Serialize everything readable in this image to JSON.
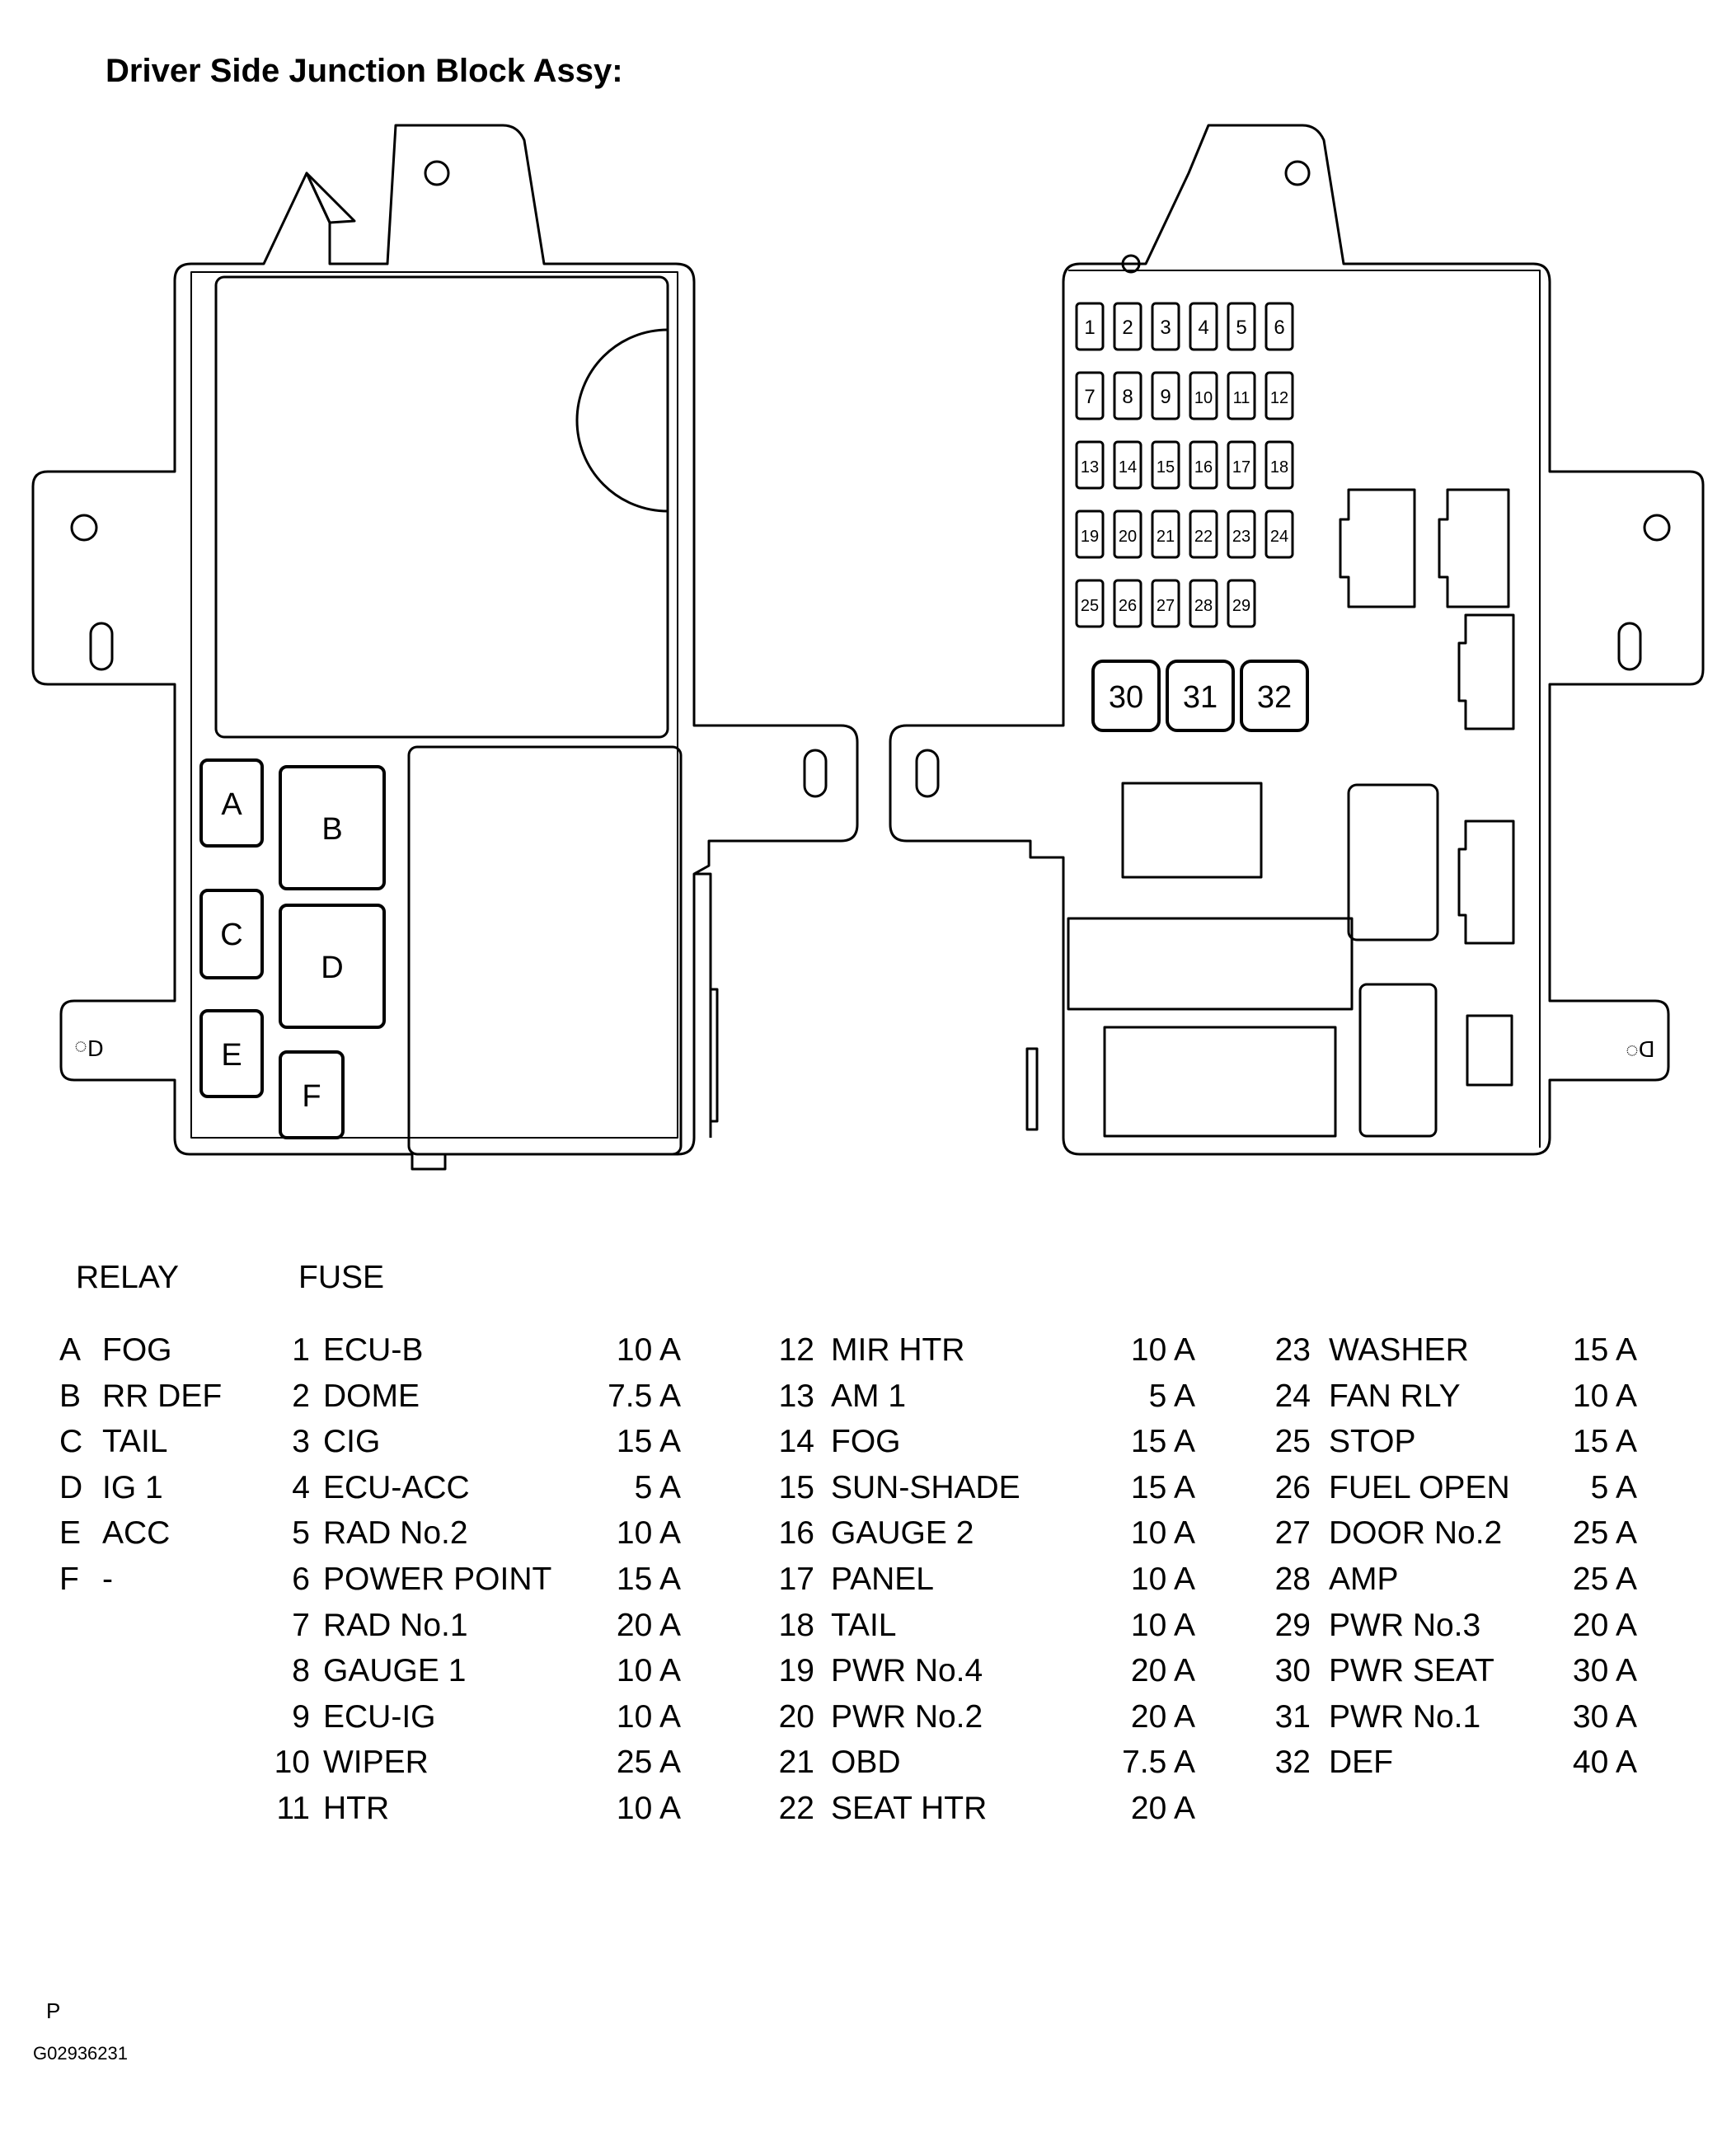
{
  "title": "Driver Side Junction Block Assy:",
  "left_block": {
    "relays": [
      "A",
      "B",
      "C",
      "D",
      "E",
      "F"
    ],
    "mark": "ᗡ◌"
  },
  "right_block": {
    "fuses_small": [
      "1",
      "2",
      "3",
      "4",
      "5",
      "6",
      "7",
      "8",
      "9",
      "10",
      "11",
      "12",
      "13",
      "14",
      "15",
      "16",
      "17",
      "18",
      "19",
      "20",
      "21",
      "22",
      "23",
      "24",
      "25",
      "26",
      "27",
      "28",
      "29"
    ],
    "fuses_large": [
      "30",
      "31",
      "32"
    ],
    "mark": "◌ᗡ"
  },
  "legend": {
    "relay_header": "RELAY",
    "fuse_header": "FUSE",
    "relays": [
      {
        "id": "A",
        "name": "FOG"
      },
      {
        "id": "B",
        "name": "RR DEF"
      },
      {
        "id": "C",
        "name": "TAIL"
      },
      {
        "id": "D",
        "name": "IG 1"
      },
      {
        "id": "E",
        "name": "ACC"
      },
      {
        "id": "F",
        "name": "-"
      }
    ],
    "fuse_columns": [
      [
        {
          "no": "1",
          "name": "ECU-B",
          "amp": "10 A"
        },
        {
          "no": "2",
          "name": "DOME",
          "amp": "7.5 A"
        },
        {
          "no": "3",
          "name": "CIG",
          "amp": "15 A"
        },
        {
          "no": "4",
          "name": "ECU-ACC",
          "amp": "5 A"
        },
        {
          "no": "5",
          "name": "RAD No.2",
          "amp": "10 A"
        },
        {
          "no": "6",
          "name": "POWER POINT",
          "amp": "15 A"
        },
        {
          "no": "7",
          "name": "RAD No.1",
          "amp": "20 A"
        },
        {
          "no": "8",
          "name": "GAUGE 1",
          "amp": "10 A"
        },
        {
          "no": "9",
          "name": "ECU-IG",
          "amp": "10 A"
        },
        {
          "no": "10",
          "name": "WIPER",
          "amp": "25 A"
        },
        {
          "no": "11",
          "name": "HTR",
          "amp": "10 A"
        }
      ],
      [
        {
          "no": "12",
          "name": "MIR HTR",
          "amp": "10 A"
        },
        {
          "no": "13",
          "name": "AM 1",
          "amp": "5 A"
        },
        {
          "no": "14",
          "name": "FOG",
          "amp": "15 A"
        },
        {
          "no": "15",
          "name": "SUN-SHADE",
          "amp": "15 A"
        },
        {
          "no": "16",
          "name": "GAUGE 2",
          "amp": "10 A"
        },
        {
          "no": "17",
          "name": "PANEL",
          "amp": "10 A"
        },
        {
          "no": "18",
          "name": "TAIL",
          "amp": "10 A"
        },
        {
          "no": "19",
          "name": "PWR No.4",
          "amp": "20 A"
        },
        {
          "no": "20",
          "name": "PWR No.2",
          "amp": "20 A"
        },
        {
          "no": "21",
          "name": "OBD",
          "amp": "7.5 A"
        },
        {
          "no": "22",
          "name": "SEAT HTR",
          "amp": "20 A"
        }
      ],
      [
        {
          "no": "23",
          "name": "WASHER",
          "amp": "15 A"
        },
        {
          "no": "24",
          "name": "FAN RLY",
          "amp": "10 A"
        },
        {
          "no": "25",
          "name": "STOP",
          "amp": "15 A"
        },
        {
          "no": "26",
          "name": "FUEL OPEN",
          "amp": "5 A"
        },
        {
          "no": "27",
          "name": "DOOR No.2",
          "amp": "25 A"
        },
        {
          "no": "28",
          "name": "AMP",
          "amp": "25 A"
        },
        {
          "no": "29",
          "name": "PWR No.3",
          "amp": "20 A"
        },
        {
          "no": "30",
          "name": "PWR SEAT",
          "amp": "30 A"
        },
        {
          "no": "31",
          "name": "PWR No.1",
          "amp": "30 A"
        },
        {
          "no": "32",
          "name": "DEF",
          "amp": "40 A"
        }
      ]
    ]
  },
  "footer": {
    "mark": "P",
    "figure_id": "G02936231"
  }
}
